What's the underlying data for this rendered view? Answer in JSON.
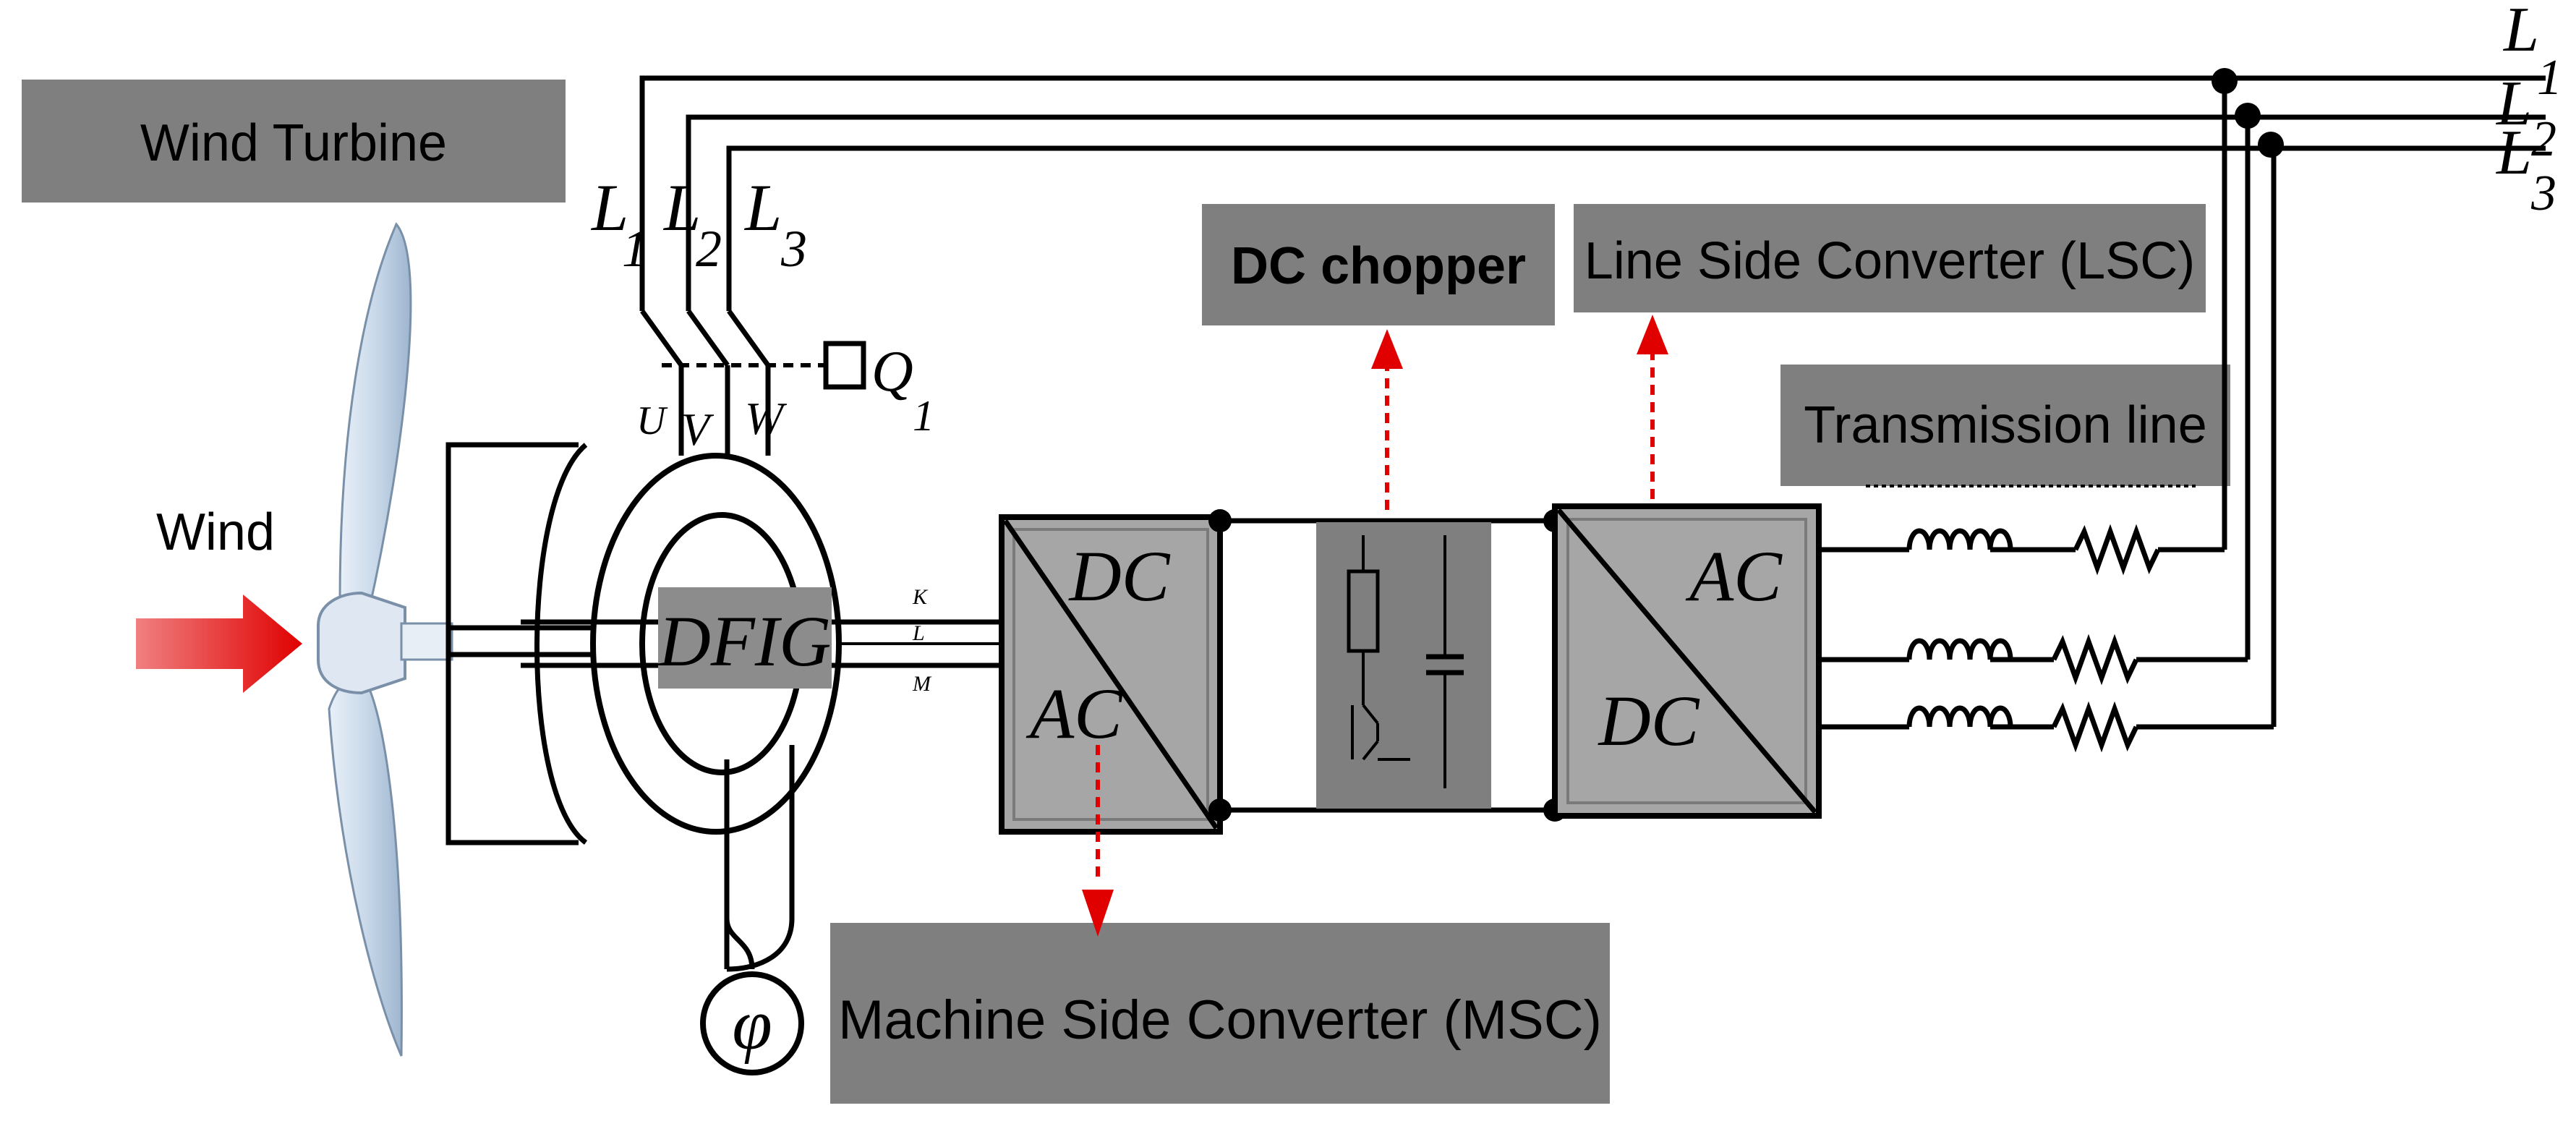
{
  "labels": {
    "wind_turbine": "Wind Turbine",
    "wind": "Wind",
    "dc_chopper": "DC chopper",
    "lsc": "Line Side Converter (LSC)",
    "msc": "Machine Side Converter  (MSC)",
    "transmission_line": "Transmission line",
    "dfig": "DFIG",
    "msc_top": "DC",
    "msc_bottom": "AC",
    "lsc_top": "AC",
    "lsc_bottom": "DC",
    "phi": "φ",
    "q1_main": "Q",
    "q1_sub": "1",
    "stator_u": "U",
    "stator_v": "V",
    "stator_w": "W",
    "rotor_k": "K",
    "rotor_l": "L",
    "rotor_m": "M"
  },
  "phases_left": [
    {
      "main": "L",
      "sub": "1"
    },
    {
      "main": "L",
      "sub": "2"
    },
    {
      "main": "L",
      "sub": "3"
    }
  ],
  "phases_right": [
    {
      "main": "L",
      "sub": "1"
    },
    {
      "main": "L",
      "sub": "2"
    },
    {
      "main": "L",
      "sub": "3"
    }
  ],
  "colors": {
    "label_box": "#7f7f7f",
    "converter_fill": "#a6a6a6",
    "arrow_red": "#e00000",
    "blade": "#c9d9ea"
  }
}
